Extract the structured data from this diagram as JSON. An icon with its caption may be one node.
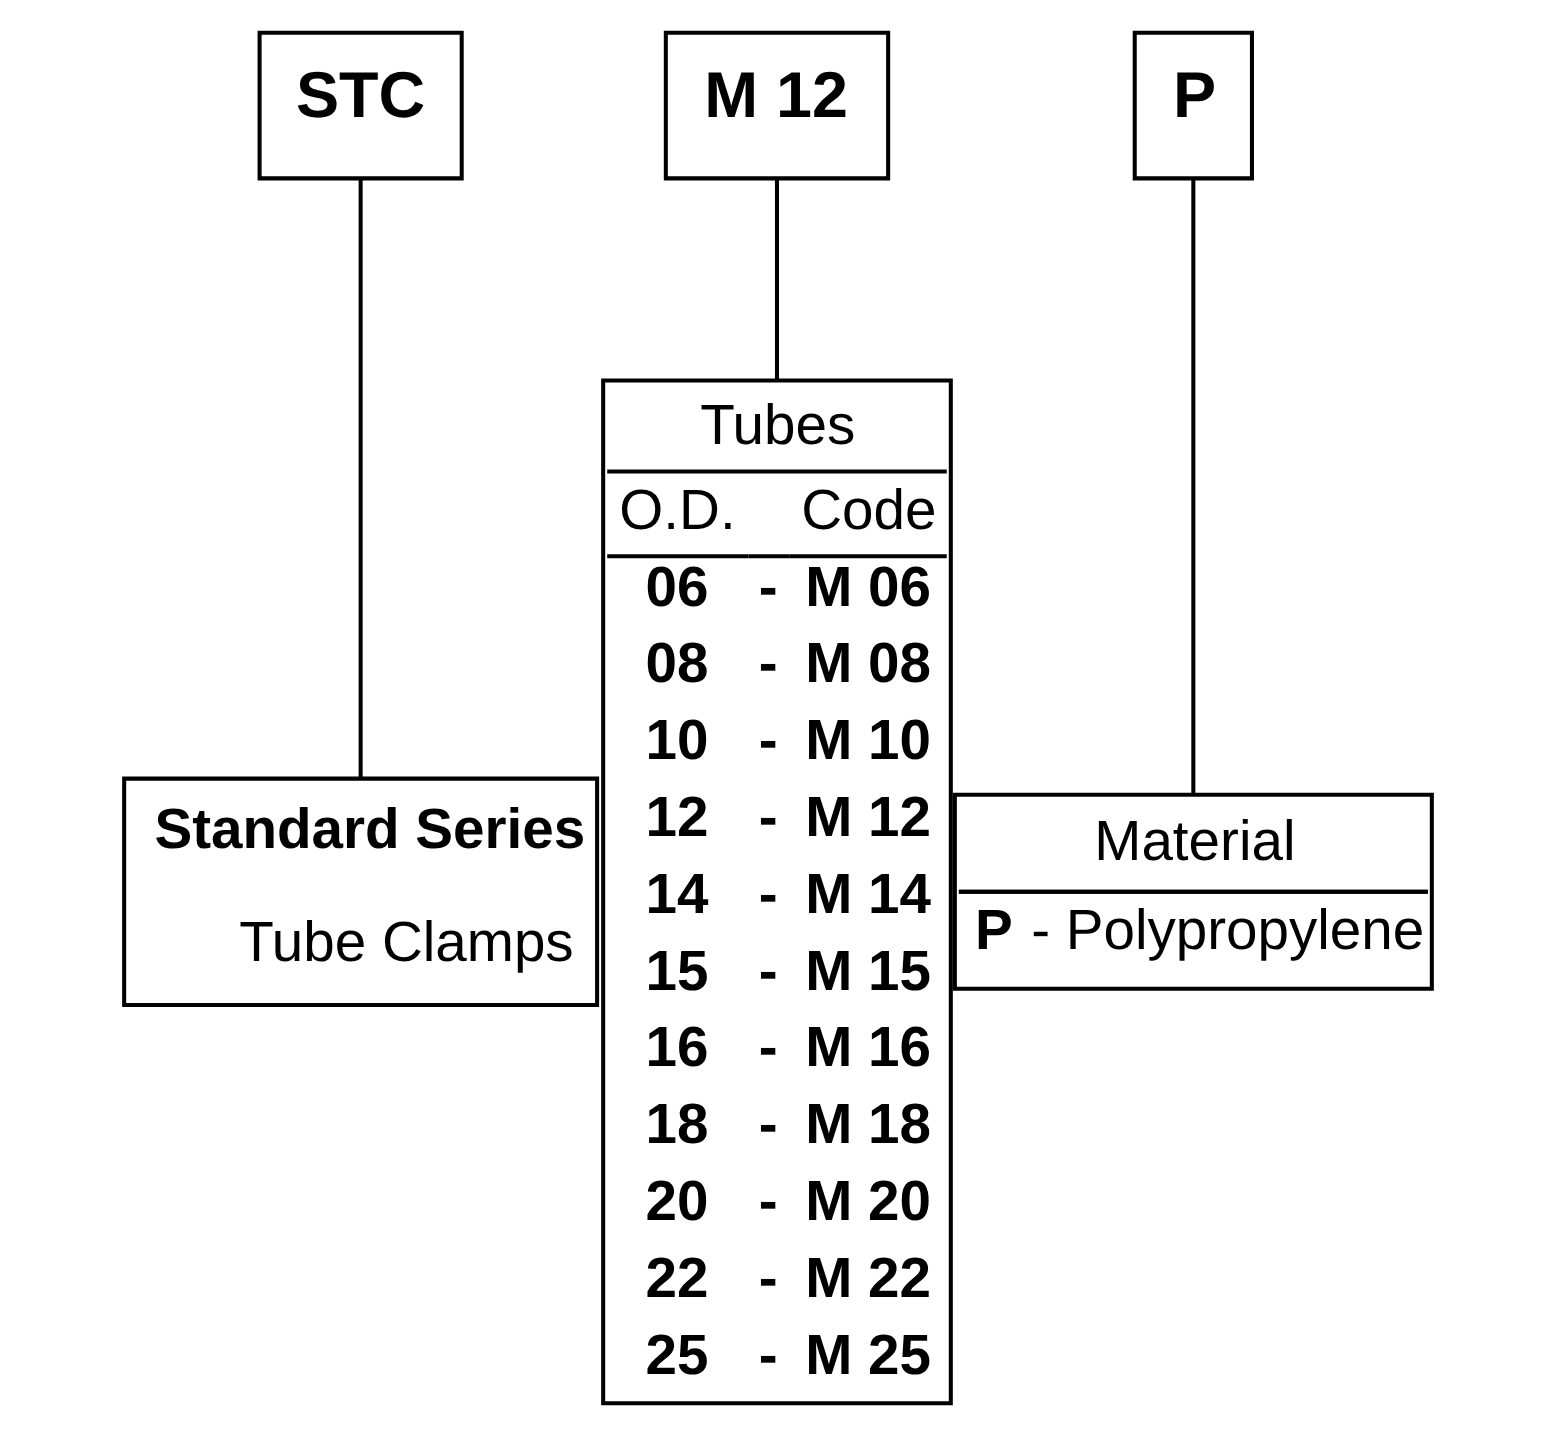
{
  "diagram": {
    "nodes": [
      {
        "text": [
          "STC"
        ]
      },
      {
        "text": [
          "M 12"
        ]
      },
      {
        "text": [
          "P"
        ]
      },
      {
        "text": [
          "Standard Series",
          "Tube Clamps"
        ]
      },
      {
        "text": [
          "Material",
          "**P** - Polypropylene"
        ]
      },
      {
        "text": [
          "Tubes",
          "O.D.",
          "Code",
          "06",
          "-",
          "M 06",
          "08",
          "-",
          "M 08",
          "10",
          "-",
          "M 10",
          "12",
          "-",
          "M 12",
          "14",
          "-",
          "M 14",
          "15",
          "-",
          "M 15",
          "16",
          "-",
          "M 16",
          "18",
          "-",
          "M 18",
          "20",
          "-",
          "M 20",
          "22",
          "-",
          "M 22",
          "25",
          "-",
          "M 25"
        ]
      }
    ],
    "edges": [
      {
        "from": 0,
        "to": 3,
        "arrow": "none"
      },
      {
        "from": 1,
        "to": 5,
        "arrow": "none"
      },
      {
        "from": 2,
        "to": 4,
        "arrow": "none"
      }
    ]
  }
}
